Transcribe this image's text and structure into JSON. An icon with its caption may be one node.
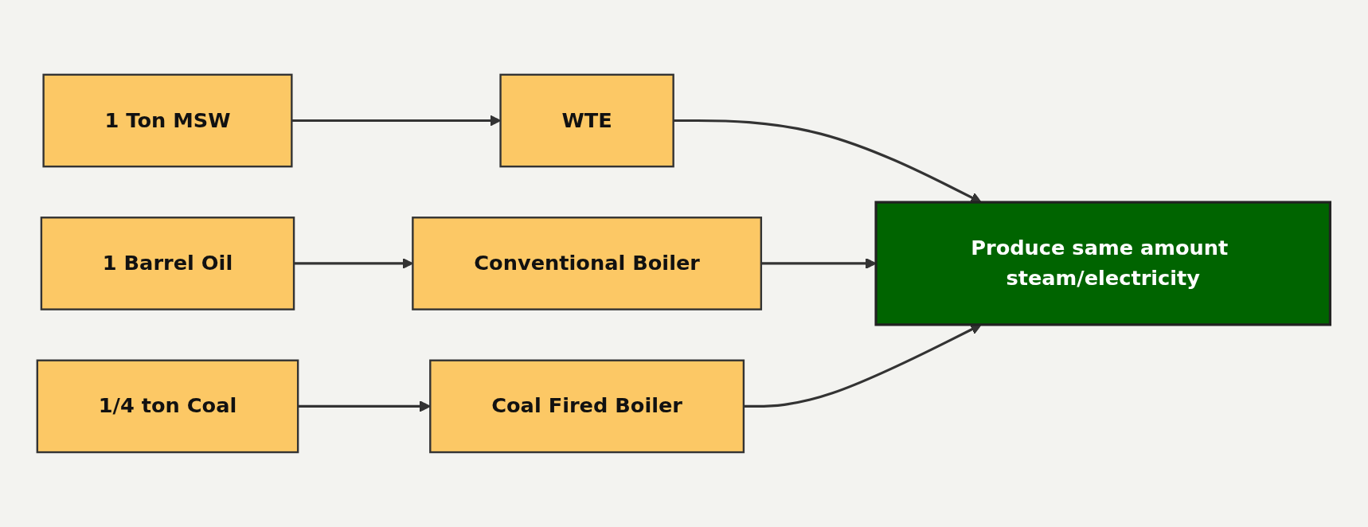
{
  "diagram": {
    "nodes": [
      {
        "text": [
          "1 Ton MSW"
        ]
      },
      {
        "text": [
          "WTE"
        ]
      },
      {
        "text": [
          "1 Barrel Oil"
        ]
      },
      {
        "text": [
          "Conventional Boiler"
        ]
      },
      {
        "text": [
          "1/4 ton Coal"
        ]
      },
      {
        "text": [
          "Coal Fired Boiler"
        ]
      },
      {
        "text": [
          "Produce same amount steam/electricity"
        ]
      }
    ],
    "edges": [
      {
        "from": 0,
        "to": 1,
        "arrow": "to"
      },
      {
        "from": 2,
        "to": 3,
        "arrow": "to"
      },
      {
        "from": 4,
        "to": 5,
        "arrow": "to"
      },
      {
        "from": 1,
        "to": 6,
        "arrow": "to"
      },
      {
        "from": 3,
        "to": 6,
        "arrow": "to"
      },
      {
        "from": 5,
        "to": 6,
        "arrow": "to"
      }
    ]
  }
}
